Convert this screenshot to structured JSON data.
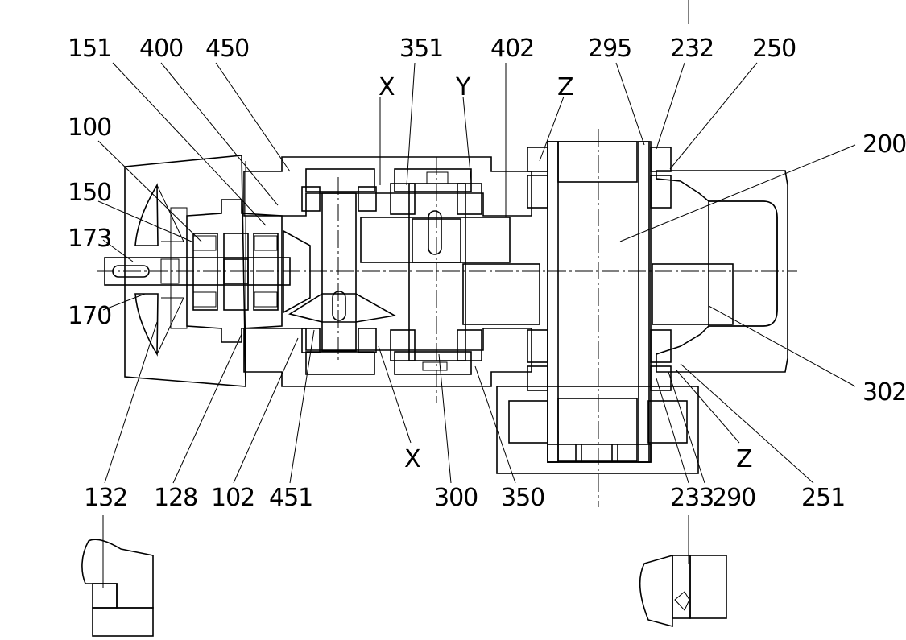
{
  "labels": {
    "l151": "151",
    "l400": "400",
    "l450": "450",
    "l351": "351",
    "l402": "402",
    "l295": "295",
    "l232": "232",
    "l250": "250",
    "l200": "200",
    "l100": "100",
    "l150": "150",
    "l173": "173",
    "l170": "170",
    "l302": "302",
    "l132": "132",
    "l128": "128",
    "l102": "102",
    "l451": "451",
    "l300": "300",
    "l350": "350",
    "l233": "233",
    "l290": "290",
    "l251": "251"
  },
  "section_marks": {
    "x_top": "X",
    "y_top": "Y",
    "z_top": "Z",
    "x_bottom": "X",
    "z_bottom": "Z"
  }
}
